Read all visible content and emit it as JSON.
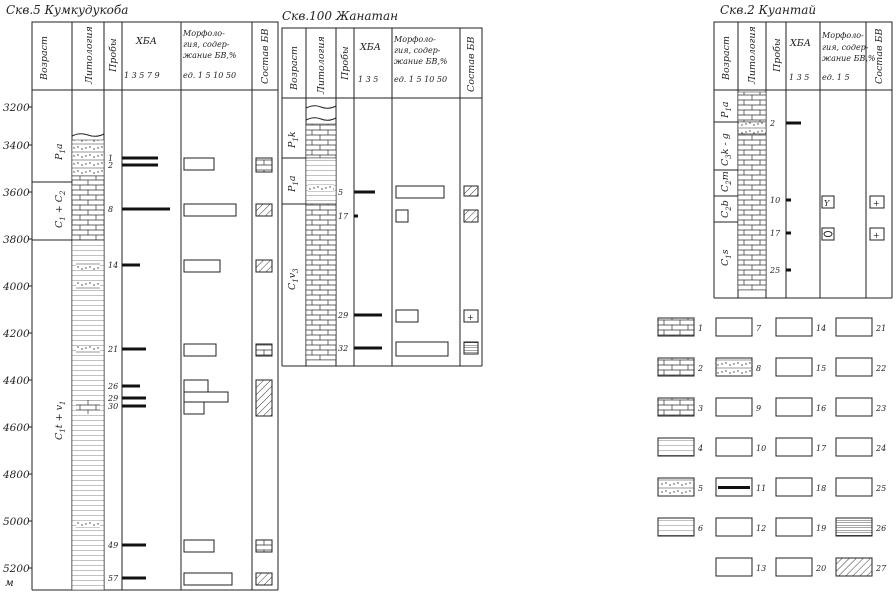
{
  "wells": [
    {
      "title": "Скв.5 Кумкудукоба",
      "headers": {
        "age": "Возраст",
        "lith": "Литология",
        "samples": "Пробы",
        "hba": "ХБА",
        "hba_scale": "1 3 5 7 9",
        "morph_l1": "Морфоло-",
        "morph_l2": "гия, содер-",
        "morph_l3": "жание БВ,%",
        "morph_scale": "ед. 1 5 10 50",
        "comp": "Состав БВ"
      },
      "depths": [
        "3200",
        "3400",
        "3600",
        "3800",
        "4000",
        "4200",
        "4400",
        "4600",
        "4800",
        "5000",
        "5200",
        "м"
      ],
      "ages": [
        {
          "main": "P",
          "sub": "1",
          "tail": "a"
        },
        {
          "main": "C",
          "sub": "1",
          "tail": " + C",
          "sub2": "2"
        },
        {
          "main": "C",
          "sub": "1",
          "tail": "t + v",
          "sub2": "1"
        }
      ],
      "samples": [
        "1",
        "2",
        "8",
        "14",
        "21",
        "26",
        "29",
        "30",
        "49",
        "57"
      ],
      "hba_values": [
        6,
        6,
        8,
        3,
        4,
        3,
        4,
        4,
        4,
        4
      ]
    },
    {
      "title": "Скв.100 Жанатан",
      "headers": {
        "age": "Возраст",
        "lith": "Литология",
        "samples": "Пробы",
        "hba": "ХБА",
        "hba_scale": "1 3 5",
        "morph_l1": "Морфоло-",
        "morph_l2": "гия, содер-",
        "morph_l3": "жание БВ,%",
        "morph_scale": "ед. 1 5 10 50",
        "comp": "Состав БВ"
      },
      "ages": [
        {
          "main": "P",
          "sub": "1",
          "tail": "k"
        },
        {
          "main": "P",
          "sub": "1",
          "tail": "a"
        },
        {
          "main": "C",
          "sub": "1",
          "tail": "v",
          "sub2": "3"
        }
      ],
      "samples": [
        "5",
        "17",
        "29",
        "32"
      ],
      "hba_values": [
        3,
        0.5,
        4,
        4
      ]
    },
    {
      "title": "Скв.2 Куантай",
      "headers": {
        "age": "Возраст",
        "lith": "Литология",
        "samples": "Пробы",
        "hba": "ХБА",
        "hba_scale": "1 3 5",
        "morph_l1": "Морфоло-",
        "morph_l2": "гия, содер-",
        "morph_l3": "жание БВ,%",
        "morph_scale": "ед. 1 5",
        "comp": "Состав БВ"
      },
      "ages": [
        {
          "main": "P",
          "sub": "1",
          "tail": "a"
        },
        {
          "main": "C",
          "sub": "3",
          "tail": "k - g"
        },
        {
          "main": "C",
          "sub": "2",
          "tail": "m"
        },
        {
          "main": "C",
          "sub": "2",
          "tail": "b"
        },
        {
          "main": "C",
          "sub": "1",
          "tail": "s"
        }
      ],
      "samples": [
        "2",
        "10",
        "17",
        "25"
      ],
      "hba_values": [
        3,
        1,
        1,
        1
      ]
    }
  ],
  "legend": [
    "1",
    "2",
    "3",
    "4",
    "5",
    "6",
    "7",
    "8",
    "9",
    "10",
    "11",
    "12",
    "13",
    "14",
    "15",
    "16",
    "17",
    "18",
    "19",
    "20",
    "21",
    "22",
    "23",
    "24",
    "25",
    "26",
    "27"
  ]
}
